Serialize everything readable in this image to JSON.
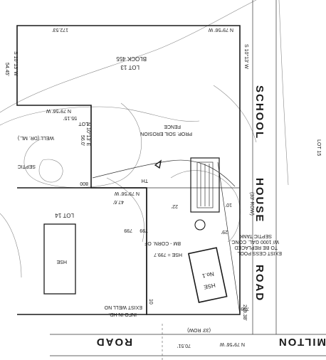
{
  "roads": {
    "school": "SCHOOL",
    "house": "HOUSE",
    "road_right": "ROAD",
    "milton": "MILTON",
    "road_bottom": "ROAD"
  },
  "lots": {
    "lot13": "LOT 13",
    "block": "BLOCK 455",
    "lot14": "LOT 14"
  },
  "labels": {
    "top_dist": "172.53'",
    "left_bearing": "S 10°13' W",
    "left_dist": "54.45'",
    "mid_bearing": "N 79°56' W",
    "mid_dist": "55.15'",
    "notch_label": "LOT",
    "well": "WELL (DR. ML.)",
    "vert_bearing": "N 10°13' E",
    "vert_dist": "56.0'",
    "septic": "SEPTIC",
    "fence": "FENCE",
    "erosion": "PROP. SOIL EROSION",
    "th": "TH",
    "elev_800": "800",
    "bearing_lower": "N 79°56' W",
    "dist_lower": "47.6'",
    "dist_22": "22'",
    "dist_10": "10'",
    "dist_29": "29'",
    "row_33": "(33' ROW)",
    "cesspool_1": "EXIST CESS POOL",
    "cesspool_2": "TO BE REPLACED",
    "cesspool_3": "W/ 1000 GAL. CONC.",
    "cesspool_4": "SEPTIC TANK",
    "elev_799": "799",
    "bm": "BM - CORN. OF",
    "hse_elev": "HSE = 799.7",
    "hse_label": "HSE",
    "house_no": "No.1",
    "house_hse": "HSE",
    "exist_well_1": "EXIST WELL NO",
    "exist_well_2": "INFO IN HD.",
    "right_dist": "219.38'",
    "bottom_bearing": "N 79°56' W",
    "bottom_dist": "70.51'",
    "row_bottom": "(33' ROW)",
    "right_bearing": "S 10°13' W",
    "top_bearing": "N 79°56' W",
    "elev_bl": "799",
    "elev_br": "799",
    "elev_lr": "10",
    "margin_text": "LOT 15"
  },
  "colors": {
    "ink": "#1a1a1a",
    "paper": "#ffffff"
  }
}
